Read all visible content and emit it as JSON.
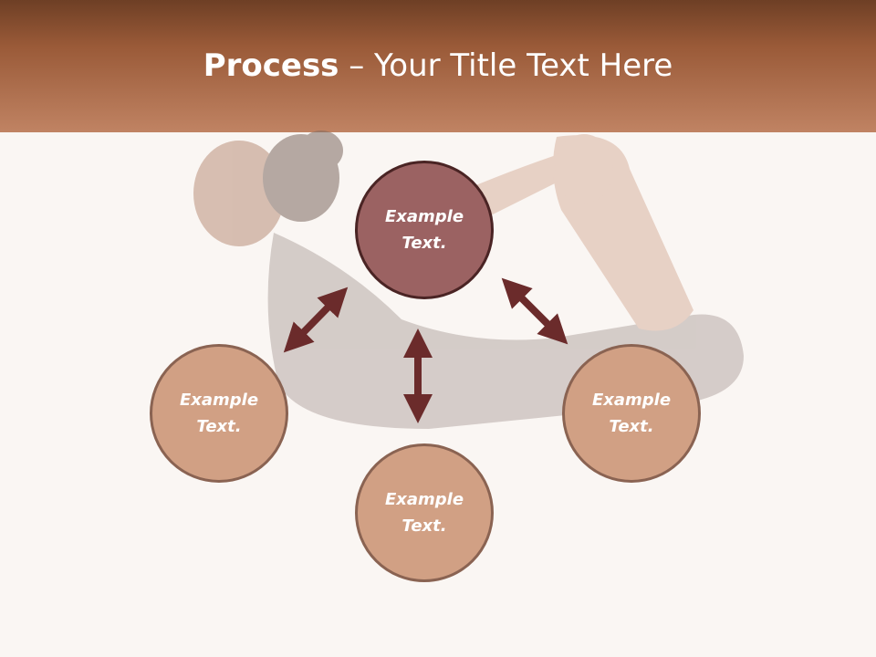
{
  "header": {
    "title_bold": "Process",
    "title_rest": " – Your Title Text Here"
  },
  "colors": {
    "header_dark": "#6e3f25",
    "header_light": "#c08363",
    "center_fill": "#9b6262",
    "outer_fill": "#d1a084",
    "arrow": "#6b2b2b",
    "background": "#faf6f3"
  },
  "diagram": {
    "center": {
      "label": "Example Text."
    },
    "left": {
      "label": "Example Text."
    },
    "bottom": {
      "label": "Example Text."
    },
    "right": {
      "label": "Example Text."
    }
  }
}
